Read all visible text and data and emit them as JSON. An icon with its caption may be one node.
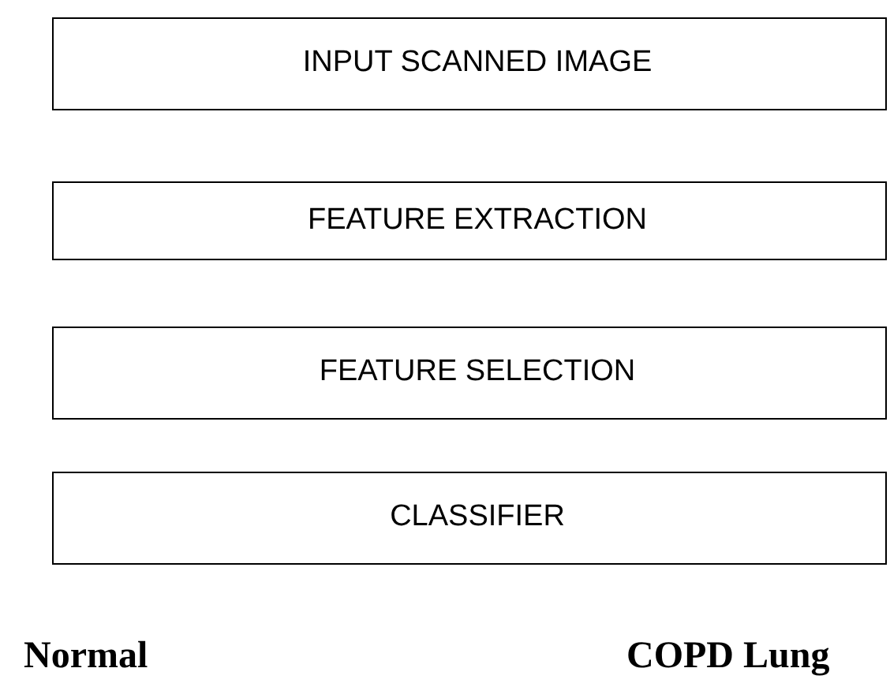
{
  "diagram": {
    "nodes": [
      {
        "text": [
          "INPUT SCANNED IMAGE"
        ]
      },
      {
        "text": [
          "FEATURE EXTRACTION"
        ]
      },
      {
        "text": [
          "FEATURE SELECTION"
        ]
      },
      {
        "text": [
          "CLASSIFIER"
        ]
      }
    ],
    "labels": [
      "Normal",
      "COPD Lung"
    ]
  }
}
